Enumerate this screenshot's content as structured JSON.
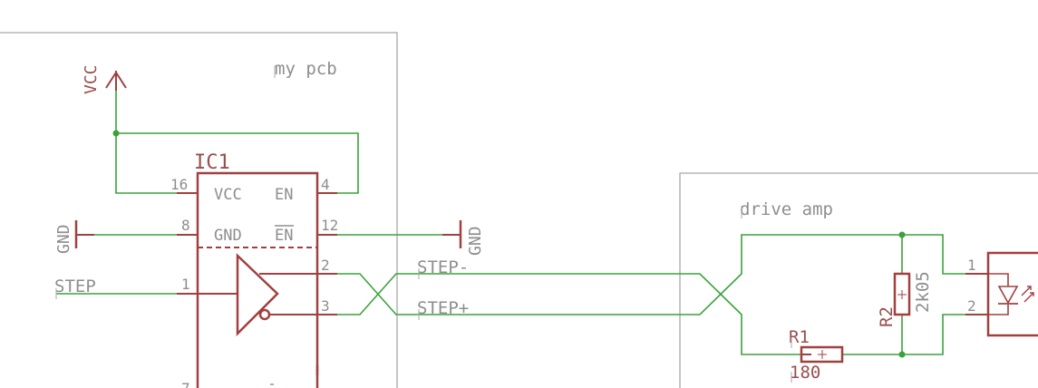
{
  "colors": {
    "wire": "#3aa23a",
    "part": "#a04040",
    "frame": "#a8a8a8",
    "label": "#8e8e8e"
  },
  "frames": {
    "left_title": "my pcb",
    "right_title": "drive amp"
  },
  "ic": {
    "name": "IC1",
    "pins": {
      "vcc_num": "16",
      "vcc_name": "VCC",
      "en_num": "4",
      "en_name": "EN",
      "gnd_num": "8",
      "gnd_name": "GND",
      "enn_num": "12",
      "enn_name": "EN",
      "in_num": "1",
      "out_plus_num": "2",
      "out_minus_num": "3",
      "bottom_num": "7"
    }
  },
  "supplies": {
    "vcc": "VCC",
    "gnd_left": "GND",
    "gnd_right": "GND"
  },
  "nets": {
    "step_in": "STEP",
    "step_minus": "STEP-",
    "step_plus": "STEP+"
  },
  "r1": {
    "name": "R1",
    "value": "180"
  },
  "r2": {
    "name": "R2",
    "value": "2k05"
  },
  "opto": {
    "pin1": "1",
    "pin2": "2"
  }
}
